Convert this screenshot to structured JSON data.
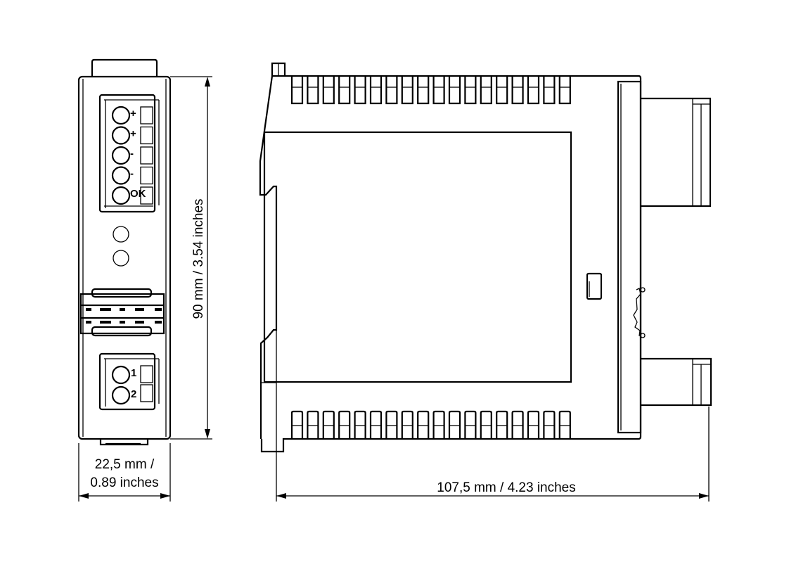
{
  "dimensions": {
    "height": "90 mm / 3.54 inches",
    "width_line1": "22,5 mm /",
    "width_line2": "0.89 inches",
    "depth": "107,5 mm / 4.23 inches"
  },
  "front_view": {
    "terminal_labels": [
      "+",
      "+",
      "-",
      "-",
      "OK"
    ],
    "output_terminal_labels": [
      "1",
      "2"
    ],
    "led_count": 2
  },
  "colors": {
    "line": "#000000",
    "background": "#ffffff"
  }
}
